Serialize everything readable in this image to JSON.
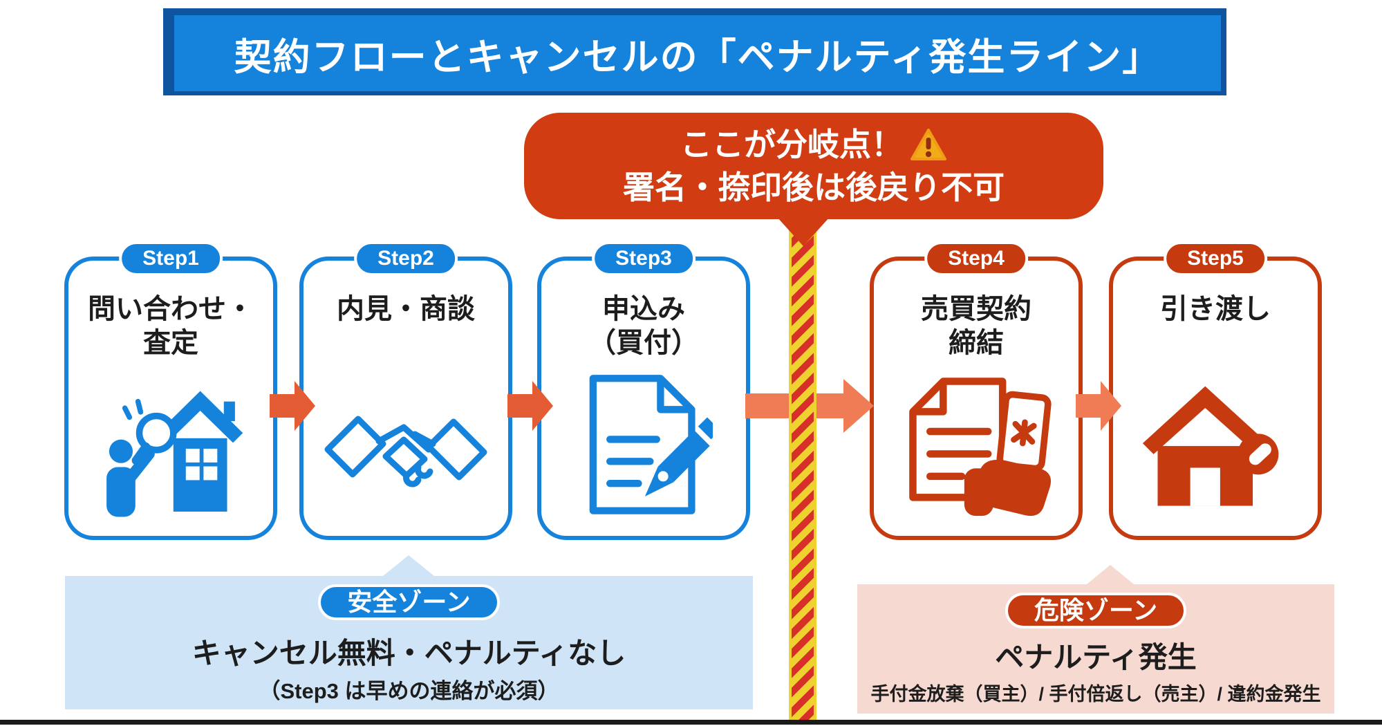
{
  "title": {
    "text": "契約フローとキャンセルの「ペナルティ発生ライン」"
  },
  "bubble": {
    "line1": "ここが分岐点！",
    "line2": "署名・捺印後は後戻り不可",
    "warning_icon": "warning-triangle-icon"
  },
  "steps": [
    {
      "badge": "Step1",
      "title": "問い合わせ・\n査定",
      "icon": "house-search-icon",
      "theme": "blue"
    },
    {
      "badge": "Step2",
      "title": "内見・商談",
      "icon": "handshake-icon",
      "theme": "blue"
    },
    {
      "badge": "Step3",
      "title": "申込み\n（買付）",
      "icon": "document-pen-icon",
      "theme": "blue"
    },
    {
      "badge": "Step4",
      "title": "売買契約\n締結",
      "icon": "contract-money-icon",
      "theme": "red"
    },
    {
      "badge": "Step5",
      "title": "引き渡し",
      "icon": "house-key-icon",
      "theme": "red"
    }
  ],
  "arrows": [
    {
      "from": "Step1",
      "to": "Step2",
      "icon": "arrow-right-icon"
    },
    {
      "from": "Step2",
      "to": "Step3",
      "icon": "arrow-right-icon"
    },
    {
      "from": "Step3",
      "to": "Step4",
      "icon": "arrow-right-icon"
    },
    {
      "from": "Step4",
      "to": "Step5",
      "icon": "arrow-right-icon"
    }
  ],
  "divider": {
    "icon": "hazard-stripe-line",
    "meaning": "ペナルティ発生ライン"
  },
  "safe_zone": {
    "badge": "安全ゾーン",
    "line1": "キャンセル無料・ペナルティなし",
    "line2": "（Step3 は早めの連絡が必須）"
  },
  "danger_zone": {
    "badge": "危険ゾーン",
    "line1": "ペナルティ発生",
    "line2": "手付金放棄（買主）/ 手付倍返し（売主）/ 違約金発生"
  },
  "colors": {
    "banner_blue": "#1583db",
    "banner_shadow": "#0e549e",
    "step_blue": "#1583db",
    "step_red": "#c63a10",
    "bubble_red": "#d13c12",
    "arrow_orange": "#e45c33",
    "arrow_salmon": "#ef7c55",
    "hazard_red": "#d63029",
    "hazard_yellow": "#efd22f",
    "safe_bg": "#cfe4f6",
    "danger_bg": "#f6d9d1",
    "warning_amber": "#f3ac19",
    "text_black": "#1d1d1d"
  }
}
